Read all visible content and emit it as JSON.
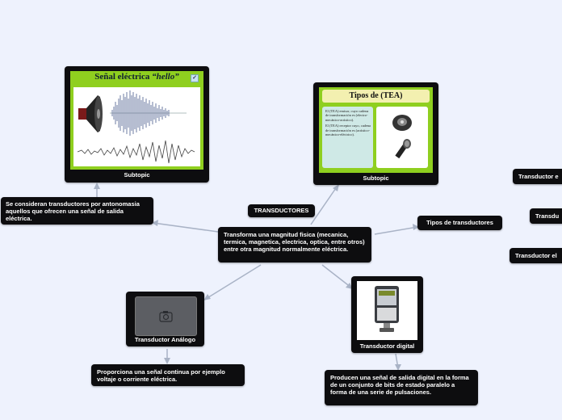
{
  "central": {
    "text": "Transforma una magnitud fisica (mecanica, termica, magnetica, electrica, optica, entre otros) entre otra magnitud normalmente eléctrica.",
    "label": "TRANSDUCTORES"
  },
  "subtopic_signal": {
    "caption": "Subtopic",
    "image_title": "Señal eléctrica ",
    "image_title_em": "“hello”"
  },
  "subtopic_tea": {
    "caption": "Subtopic",
    "image_title": "Tipos de (TEA)",
    "bullets": [
      "El (TEA) emisor, cuyo cadena de transformación es (electro-mecánico-acústico).",
      "El (TEA) receptor cuyo, cadena de transformación es (acústico-mecánico-eléctrico)."
    ]
  },
  "left_note": "Se consideran transductores por antonomasia aquellos que ofrecen una señal de salida eléctrica.",
  "tipos": "Tipos de transductores",
  "analog": {
    "caption": "Transductor Análogo",
    "desc": "Proporciona una señal continua por ejemplo voltaje o corriente eléctrica."
  },
  "digital": {
    "caption": "Transductor digital",
    "desc": "Producen una señal de salida digital en la forma de un conjunto de bits de estado paralelo a forma de una serie de pulsaciones."
  },
  "right_edge": [
    "Transductor e",
    "Transdu",
    "Transductor el"
  ],
  "colors": {
    "node_bg": "#0d0d0f",
    "page_bg": "#eef2fd",
    "line": "#a9b3c6",
    "image_green": "#8fcf1f"
  }
}
